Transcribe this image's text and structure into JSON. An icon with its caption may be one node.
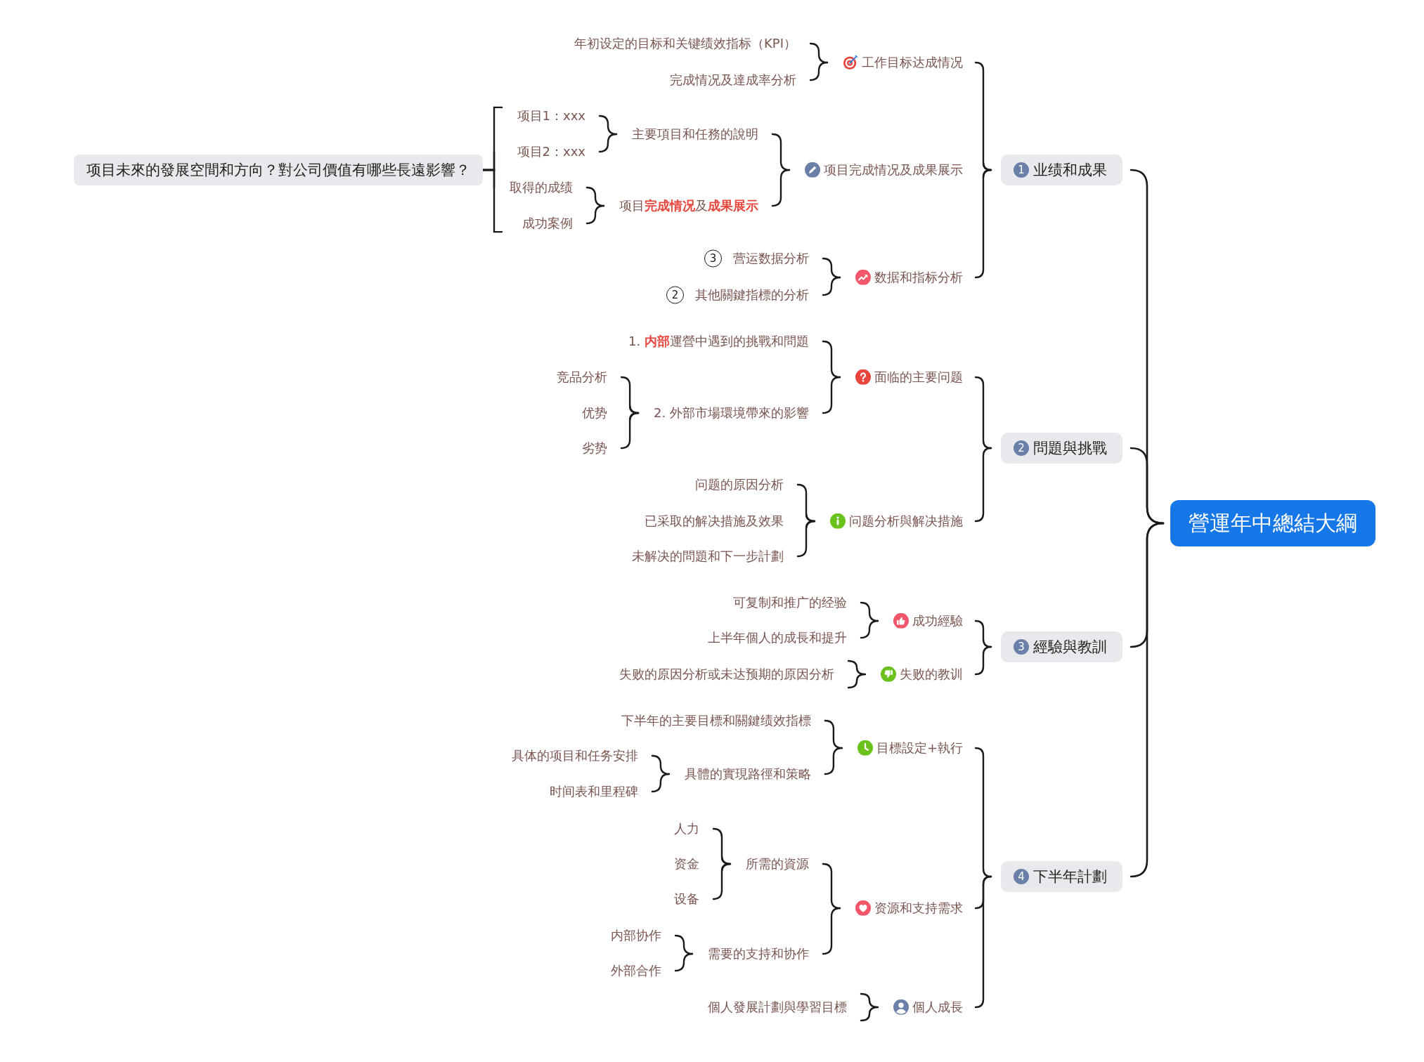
{
  "diagram": {
    "nodes": [
      {
        "text": [
          "營運年中總結大綱"
        ]
      },
      {
        "text": [
          "1",
          "业绩和成果"
        ]
      },
      {
        "text": [
          "工作目标达成情况"
        ]
      },
      {
        "text": [
          "年初设定的目标和关键绩效指标（KPI）"
        ]
      },
      {
        "text": [
          "完成情况及達成率分析"
        ]
      },
      {
        "text": [
          "项目完成情况及成果展示"
        ]
      },
      {
        "text": [
          "主要項目和任務的說明"
        ]
      },
      {
        "text": [
          "项目1：xxx"
        ]
      },
      {
        "text": [
          "项目2：xxx"
        ]
      },
      {
        "text": [
          "项目**完成情况**及**成果展示**"
        ]
      },
      {
        "text": [
          "取得的成绩"
        ]
      },
      {
        "text": [
          "成功案例"
        ]
      },
      {
        "text": [
          "项目未來的發展空間和方向？對公司價值有哪些長遠影響？"
        ]
      },
      {
        "text": [
          "数据和指标分析"
        ]
      },
      {
        "text": [
          "3",
          "营运数据分析"
        ]
      },
      {
        "text": [
          "2",
          "其他關鍵指標的分析"
        ]
      },
      {
        "text": [
          "2",
          "問題與挑戰"
        ]
      },
      {
        "text": [
          "面临的主要问题"
        ]
      },
      {
        "text": [
          "1. **内部**運營中遇到的挑戰和問題"
        ]
      },
      {
        "text": [
          "2. 外部市場環境帶來的影響"
        ]
      },
      {
        "text": [
          "竞品分析"
        ]
      },
      {
        "text": [
          "优势"
        ]
      },
      {
        "text": [
          "劣势"
        ]
      },
      {
        "text": [
          "问题分析與解决措施"
        ]
      },
      {
        "text": [
          "问题的原因分析"
        ]
      },
      {
        "text": [
          "已采取的解决措施及效果"
        ]
      },
      {
        "text": [
          "未解决的問題和下一步計劃"
        ]
      },
      {
        "text": [
          "3",
          "經驗與教訓"
        ]
      },
      {
        "text": [
          "成功經驗"
        ]
      },
      {
        "text": [
          "可复制和推广的经验"
        ]
      },
      {
        "text": [
          "上半年個人的成長和提升"
        ]
      },
      {
        "text": [
          "失败的教训"
        ]
      },
      {
        "text": [
          "失败的原因分析或未达预期的原因分析"
        ]
      },
      {
        "text": [
          "4",
          "下半年計劃"
        ]
      },
      {
        "text": [
          "目標設定+執行"
        ]
      },
      {
        "text": [
          "下半年的主要目標和關鍵绩效指標"
        ]
      },
      {
        "text": [
          "具體的實現路徑和策略"
        ]
      },
      {
        "text": [
          "具体的项目和任务安排"
        ]
      },
      {
        "text": [
          "时间表和里程碑"
        ]
      },
      {
        "text": [
          "资源和支持需求"
        ]
      },
      {
        "text": [
          "所需的資源"
        ]
      },
      {
        "text": [
          "人力"
        ]
      },
      {
        "text": [
          "资金"
        ]
      },
      {
        "text": [
          "设备"
        ]
      },
      {
        "text": [
          "需要的支持和协作"
        ]
      },
      {
        "text": [
          "内部协作"
        ]
      },
      {
        "text": [
          "外部合作"
        ]
      },
      {
        "text": [
          "個人成長"
        ]
      },
      {
        "text": [
          "個人發展計劃與學習目標"
        ]
      }
    ],
    "edges": [
      {
        "from": 0,
        "to": 1,
        "arrow": "none"
      },
      {
        "from": 0,
        "to": 16,
        "arrow": "none"
      },
      {
        "from": 0,
        "to": 27,
        "arrow": "none"
      },
      {
        "from": 0,
        "to": 33,
        "arrow": "none"
      },
      {
        "from": 1,
        "to": 2,
        "arrow": "none"
      },
      {
        "from": 1,
        "to": 5,
        "arrow": "none"
      },
      {
        "from": 1,
        "to": 13,
        "arrow": "none"
      },
      {
        "from": 2,
        "to": 3,
        "arrow": "none"
      },
      {
        "from": 2,
        "to": 4,
        "arrow": "none"
      },
      {
        "from": 5,
        "to": 6,
        "arrow": "none"
      },
      {
        "from": 5,
        "to": 9,
        "arrow": "none"
      },
      {
        "from": 6,
        "to": 7,
        "arrow": "none"
      },
      {
        "from": 6,
        "to": 8,
        "arrow": "none"
      },
      {
        "from": 9,
        "to": 10,
        "arrow": "none"
      },
      {
        "from": 9,
        "to": 11,
        "arrow": "none"
      },
      {
        "from": 12,
        "to": 7,
        "arrow": "none"
      },
      {
        "from": 12,
        "to": 8,
        "arrow": "none"
      },
      {
        "from": 12,
        "to": 10,
        "arrow": "none"
      },
      {
        "from": 12,
        "to": 11,
        "arrow": "none"
      },
      {
        "from": 13,
        "to": 14,
        "arrow": "none"
      },
      {
        "from": 13,
        "to": 15,
        "arrow": "none"
      },
      {
        "from": 16,
        "to": 17,
        "arrow": "none"
      },
      {
        "from": 16,
        "to": 23,
        "arrow": "none"
      },
      {
        "from": 17,
        "to": 18,
        "arrow": "none"
      },
      {
        "from": 17,
        "to": 19,
        "arrow": "none"
      },
      {
        "from": 19,
        "to": 20,
        "arrow": "none"
      },
      {
        "from": 19,
        "to": 21,
        "arrow": "none"
      },
      {
        "from": 19,
        "to": 22,
        "arrow": "none"
      },
      {
        "from": 23,
        "to": 24,
        "arrow": "none"
      },
      {
        "from": 23,
        "to": 25,
        "arrow": "none"
      },
      {
        "from": 23,
        "to": 26,
        "arrow": "none"
      },
      {
        "from": 27,
        "to": 28,
        "arrow": "none"
      },
      {
        "from": 27,
        "to": 31,
        "arrow": "none"
      },
      {
        "from": 28,
        "to": 29,
        "arrow": "none"
      },
      {
        "from": 28,
        "to": 30,
        "arrow": "none"
      },
      {
        "from": 31,
        "to": 32,
        "arrow": "none"
      },
      {
        "from": 33,
        "to": 34,
        "arrow": "none"
      },
      {
        "from": 33,
        "to": 39,
        "arrow": "none"
      },
      {
        "from": 33,
        "to": 47,
        "arrow": "none"
      },
      {
        "from": 34,
        "to": 35,
        "arrow": "none"
      },
      {
        "from": 34,
        "to": 36,
        "arrow": "none"
      },
      {
        "from": 36,
        "to": 37,
        "arrow": "none"
      },
      {
        "from": 36,
        "to": 38,
        "arrow": "none"
      },
      {
        "from": 39,
        "to": 40,
        "arrow": "none"
      },
      {
        "from": 39,
        "to": 44,
        "arrow": "none"
      },
      {
        "from": 40,
        "to": 41,
        "arrow": "none"
      },
      {
        "from": 40,
        "to": 42,
        "arrow": "none"
      },
      {
        "from": 40,
        "to": 43,
        "arrow": "none"
      },
      {
        "from": 44,
        "to": 45,
        "arrow": "none"
      },
      {
        "from": 44,
        "to": 46,
        "arrow": "none"
      },
      {
        "from": 47,
        "to": 48,
        "arrow": "none"
      }
    ]
  }
}
